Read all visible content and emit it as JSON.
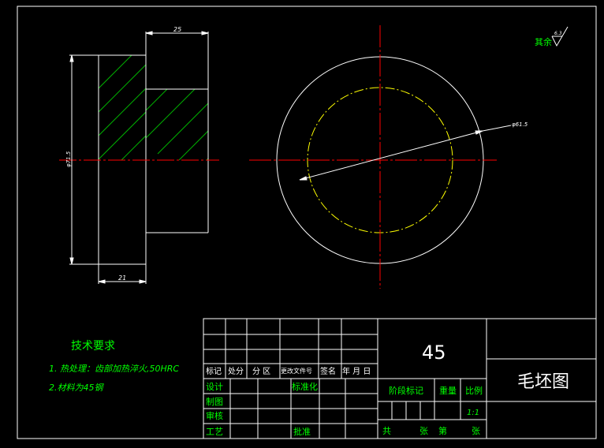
{
  "colors": {
    "background": "#000000",
    "line": "#ffffff",
    "hatch": "#00b000",
    "center": "#ff0000",
    "hidden": "#ffff00",
    "text_green": "#00ff00",
    "dim": "#ffffff"
  },
  "dimensions": {
    "top_width": "25",
    "bottom_width": "21",
    "diameter_left": "φ71.5",
    "diameter_right": "φ61.5"
  },
  "roughness": {
    "label": "其余",
    "value": "6.3"
  },
  "tech": {
    "title": "技术要求",
    "line1": "1. 热处理：齿部加热淬火,50HRC",
    "line2": "2.材料为45钢"
  },
  "title_block": {
    "material": "45",
    "drawing_name": "毛坯图",
    "rev_headers": [
      "标记",
      "处分",
      "分 区",
      "更改文件号",
      "签名",
      "年 月 日"
    ],
    "design": "设计",
    "standardize": "标准化",
    "drafting": "制图",
    "review": "审核",
    "process": "工艺",
    "approve": "批准",
    "stage_mark": "阶段标记",
    "weight": "重量",
    "scale_label": "比例",
    "scale_value": "1:1",
    "total": "共",
    "sheets": "张",
    "sheet_no": "第",
    "sheet_unit": "张"
  }
}
